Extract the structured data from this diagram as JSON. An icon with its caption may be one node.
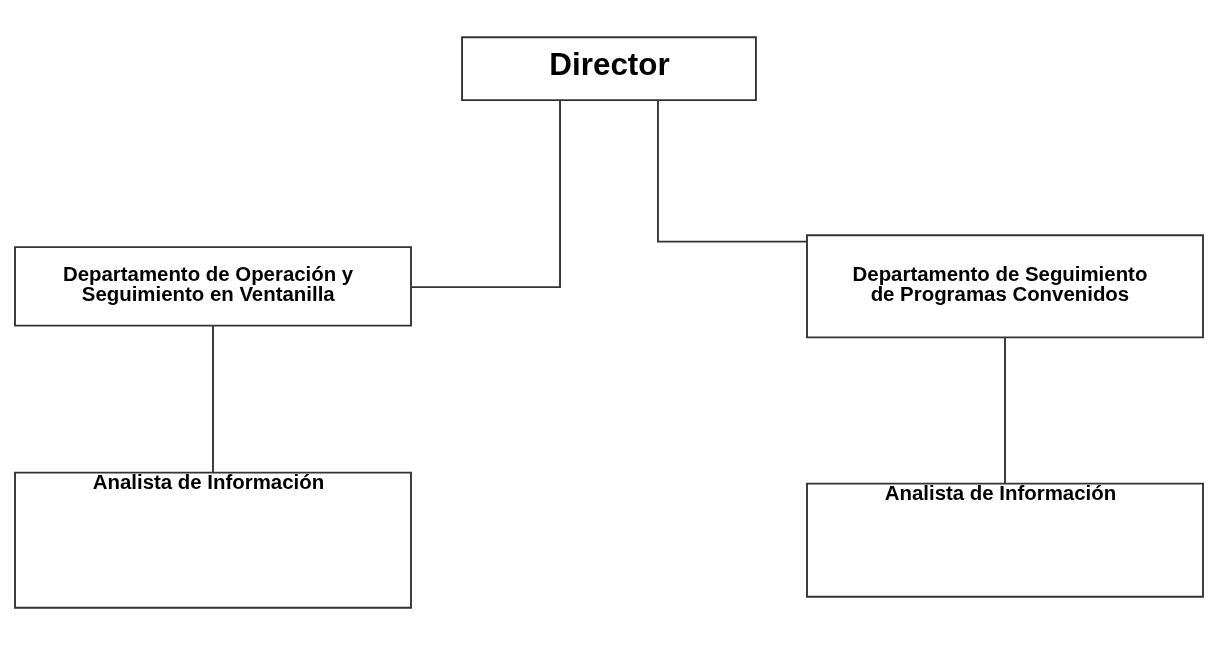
{
  "diagram": {
    "nodes": [
      {
        "text": [
          "Director"
        ]
      },
      {
        "text": [
          "Departamento de Operación y Seguimiento en Ventanilla"
        ]
      },
      {
        "text": [
          "Departamento de Seguimiento de Programas Convenidos"
        ]
      },
      {
        "text": [
          "Analista de Información"
        ]
      },
      {
        "text": [
          "Analista de Información"
        ]
      }
    ],
    "edges": [
      {
        "from": 0,
        "to": 1,
        "arrow": "none"
      },
      {
        "from": 0,
        "to": 2,
        "arrow": "none"
      },
      {
        "from": 1,
        "to": 3,
        "arrow": "none"
      },
      {
        "from": 2,
        "to": 4,
        "arrow": "none"
      }
    ]
  }
}
